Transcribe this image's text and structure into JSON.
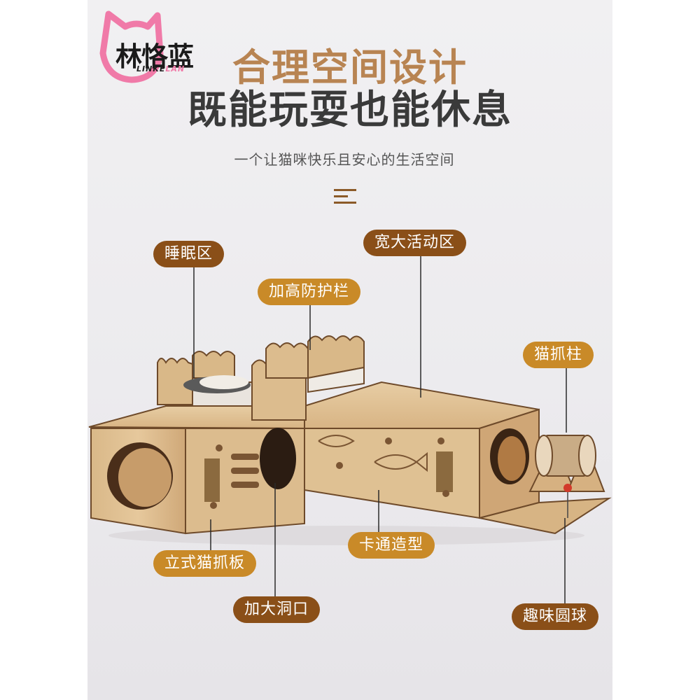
{
  "brand": {
    "name": "林恪蓝",
    "sub_a": "LINKE",
    "sub_b": "LAN"
  },
  "headline": {
    "line1": "合理空间设计",
    "line2": "既能玩耍也能休息",
    "tagline": "一个让猫咪快乐且安心的生活空间"
  },
  "callouts": {
    "sleep": "睡眠区",
    "activity": "宽大活动区",
    "fence": "加高防护栏",
    "post": "猫抓柱",
    "board": "立式猫抓板",
    "cartoon": "卡通造型",
    "hole": "加大洞口",
    "ball": "趣味圆球"
  },
  "colors": {
    "brown": "#8a4f18",
    "gold": "#c98a28",
    "accent": "#b88452",
    "logo_pink": "#f07aa8"
  },
  "icons": [
    "cat-ear-logo-icon",
    "menu-lines-icon"
  ]
}
